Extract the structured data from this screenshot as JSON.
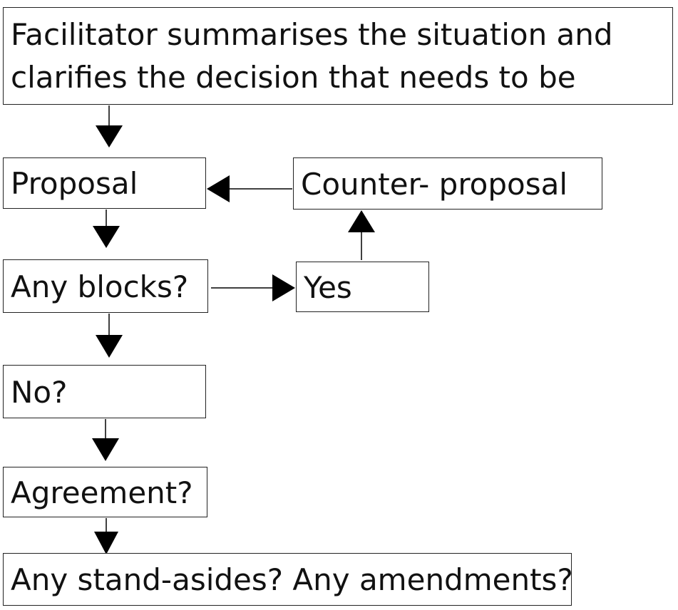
{
  "nodes": {
    "facilitator": "Facilitator summarises the situation and clarifies the decision that needs to be made.",
    "proposal": "Proposal",
    "counter_proposal": "Counter- proposal",
    "any_blocks": "Any blocks?",
    "yes": "Yes",
    "no": "No?",
    "agreement": "Agreement?",
    "stand_asides": "Any stand-asides? Any amendments?"
  },
  "edges": [
    {
      "from": "facilitator",
      "to": "proposal"
    },
    {
      "from": "counter_proposal",
      "to": "proposal"
    },
    {
      "from": "proposal",
      "to": "any_blocks"
    },
    {
      "from": "any_blocks",
      "to": "yes"
    },
    {
      "from": "yes",
      "to": "counter_proposal"
    },
    {
      "from": "any_blocks",
      "to": "no"
    },
    {
      "from": "no",
      "to": "agreement"
    },
    {
      "from": "agreement",
      "to": "stand_asides"
    }
  ],
  "colors": {
    "line": "#000000",
    "box_border": "#222222",
    "text": "#111111",
    "background": "#ffffff"
  }
}
